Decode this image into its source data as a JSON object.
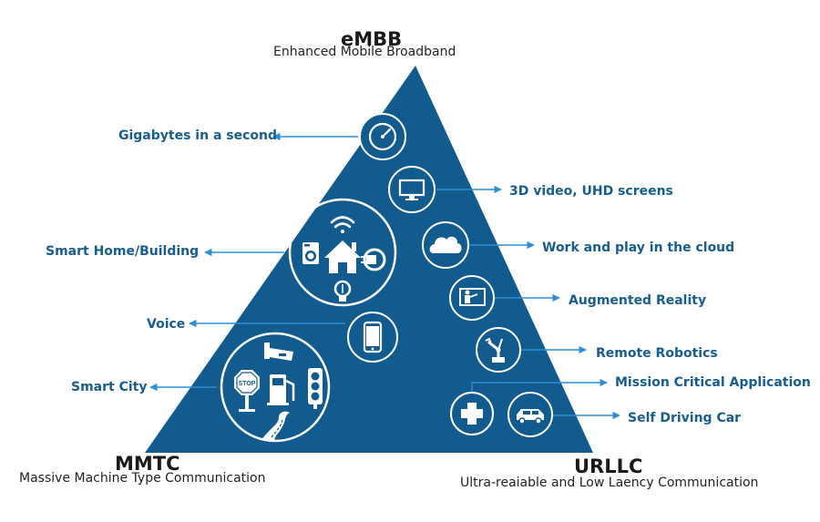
{
  "colors": {
    "triangle": "#125b8e",
    "arrow": "#2e8fd6",
    "label": "#175e8f",
    "icon": "#ffffff"
  },
  "corners": {
    "top": {
      "title": "eMBB",
      "subtitle": "Enhanced Mobile Broadband"
    },
    "left": {
      "title": "MMTC",
      "subtitle": "Massive Machine Type Communication"
    },
    "right": {
      "title": "URLLC",
      "subtitle": "Ultra-reaiable and Low Laency Communication"
    }
  },
  "labels": {
    "gigabytes": "Gigabytes in a second",
    "video": "3D video, UHD screens",
    "cloud": "Work and play in the cloud",
    "smart_home": "Smart Home/Building",
    "ar": "Augmented Reality",
    "voice": "Voice",
    "robotics": "Remote Robotics",
    "smart_city": "Smart City",
    "mission": "Mission Critical Application",
    "car": "Self Driving Car"
  },
  "icons": {
    "gauge": "speedometer-icon",
    "monitor": "monitor-icon",
    "cloud": "cloud-icon",
    "ar": "presenter-screen-icon",
    "phone": "smartphone-icon",
    "robot": "robot-arm-icon",
    "medical": "medical-cross-icon",
    "car": "car-icon",
    "home": "house-icon",
    "wifi": "wifi-icon",
    "washer": "washing-machine-icon",
    "plug": "power-plug-icon",
    "bulb": "light-bulb-icon",
    "camera": "security-camera-icon",
    "stop": "stop-sign-icon",
    "fuel": "fuel-pump-icon",
    "traffic": "traffic-light-icon",
    "road": "road-icon",
    "stop_text": "STOP"
  }
}
